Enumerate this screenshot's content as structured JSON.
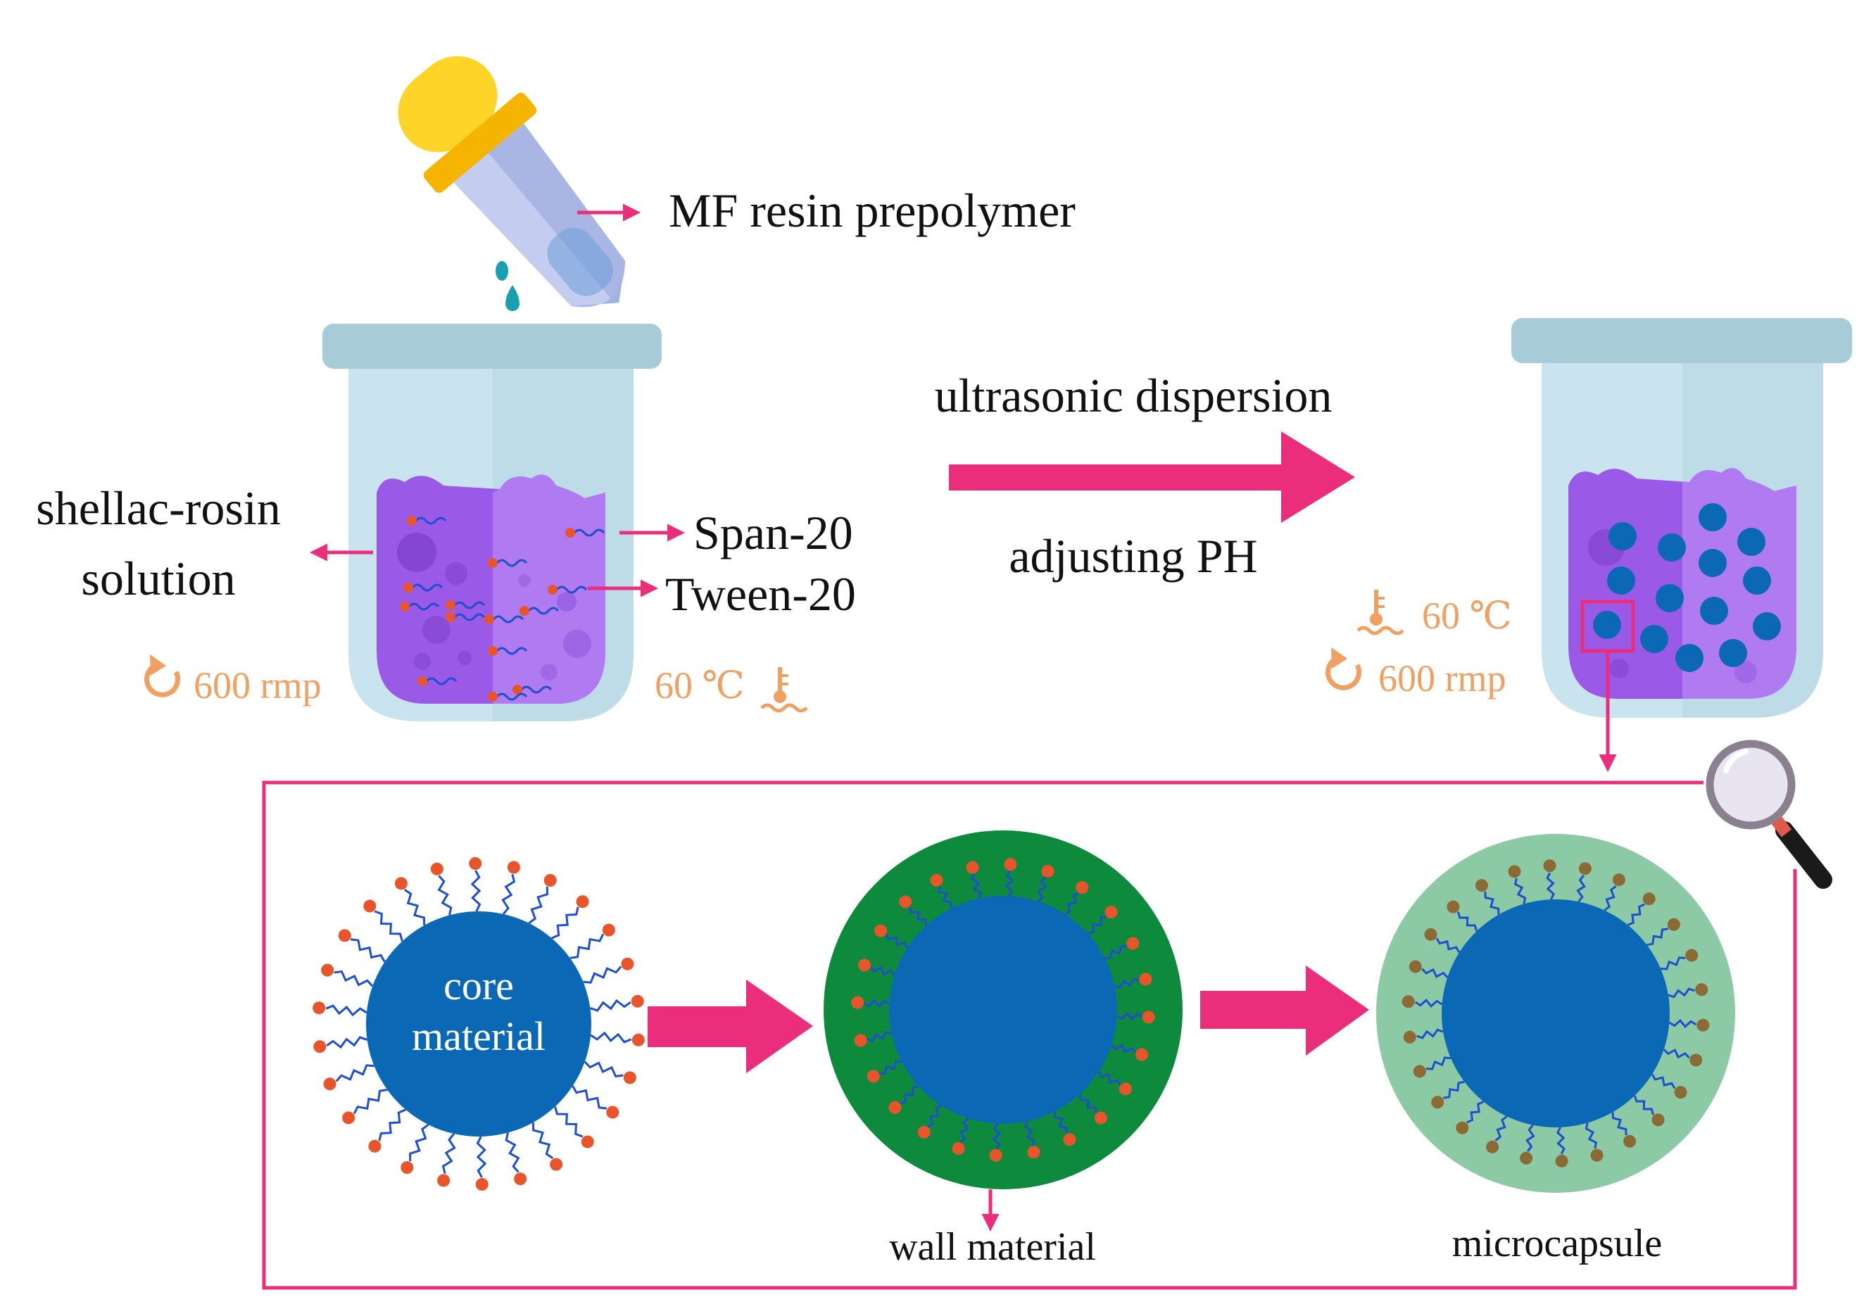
{
  "labels": {
    "dropper": "MF resin prepolymer",
    "solution_line1": "shellac-rosin",
    "solution_line2": "solution",
    "span": "Span-20",
    "tween": "Tween-20",
    "process_top": "ultrasonic dispersion",
    "process_bottom": "adjusting PH",
    "core_line1": "core",
    "core_line2": "material",
    "wall": "wall material",
    "micro": "microcapsule"
  },
  "conditions": {
    "left_speed": "600 rmp",
    "left_temp": "60 ℃",
    "right_temp": "60 ℃",
    "right_speed": "600 rmp"
  },
  "colors": {
    "accent": "#ea2e7b",
    "core": "#0b68b5",
    "wall_dark": "#0e8a3c",
    "wall_light": "#8ccaa5",
    "solution": "#9b59e8",
    "beaker": "#c9e4ee",
    "beaker_lid": "#a7ccd8",
    "dropper_bulb": "#ffd429",
    "condition": "#f0a061"
  },
  "icons": {
    "dropper": "dropper-icon",
    "stir": "rotate-icon",
    "heat": "heater-icon",
    "magnifier": "magnifier-icon"
  }
}
